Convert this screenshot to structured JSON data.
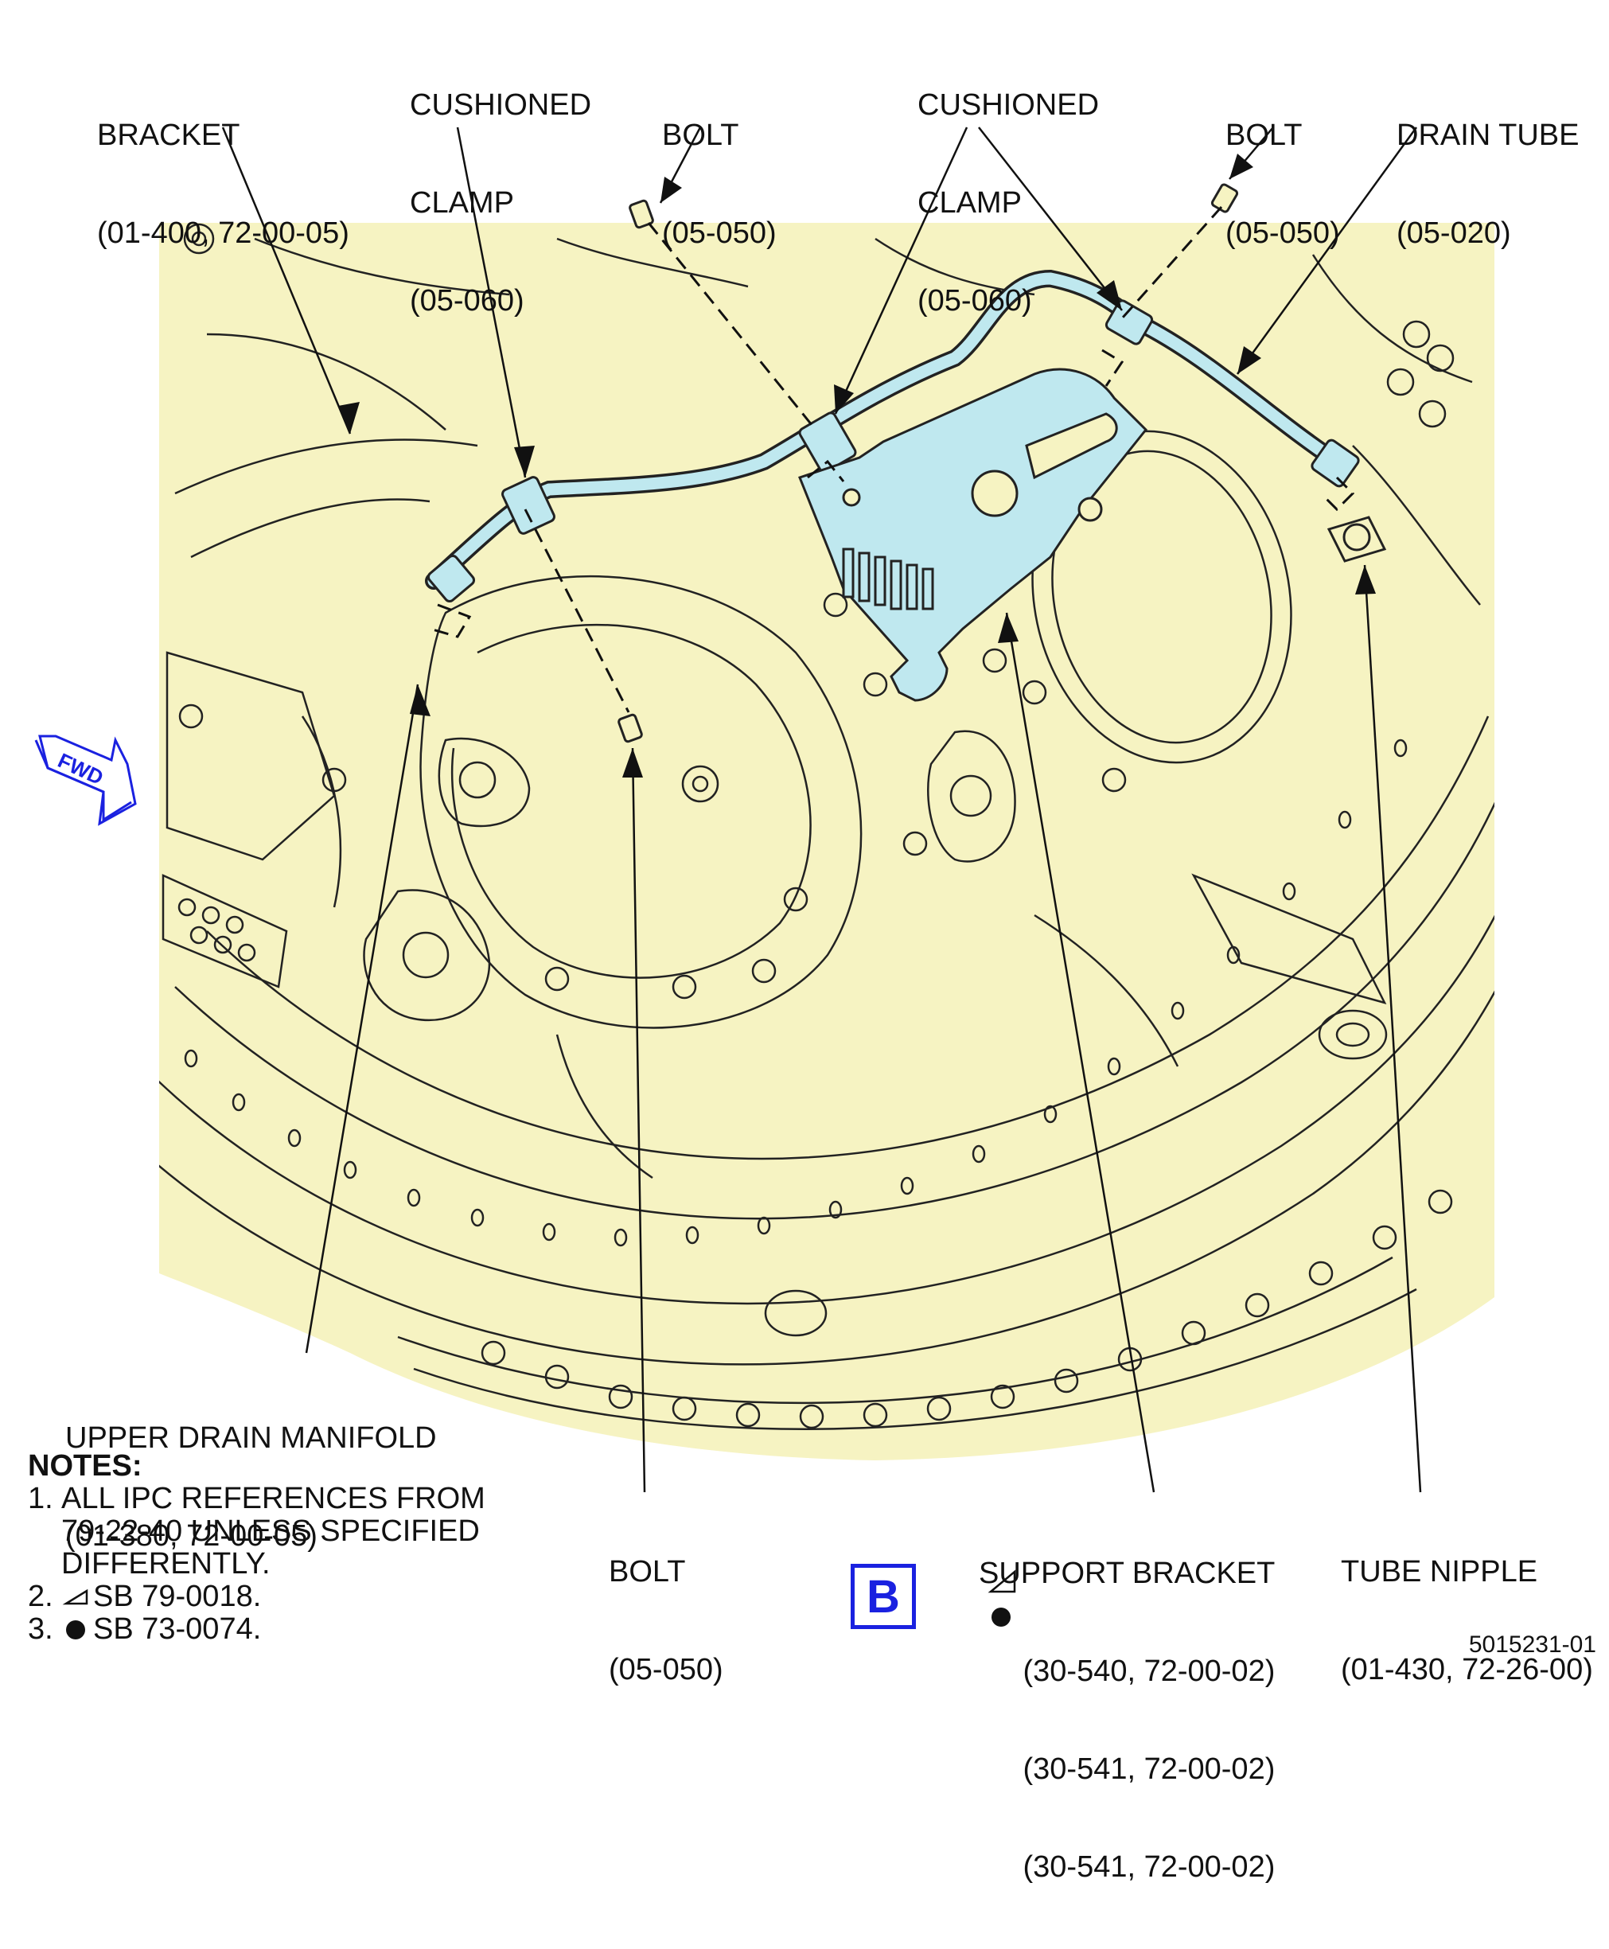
{
  "labels": {
    "bracket": [
      "BRACKET",
      "(01-400, 72-00-05)"
    ],
    "cushioned_clamp_left": [
      "CUSHIONED",
      "CLAMP",
      "(05-060)"
    ],
    "bolt_top_left": [
      "BOLT",
      "(05-050)"
    ],
    "cushioned_clamp_right": [
      "CUSHIONED",
      "CLAMP",
      "(05-060)"
    ],
    "bolt_top_right": [
      "BOLT",
      "(05-050)"
    ],
    "drain_tube": [
      "DRAIN TUBE",
      "(05-020)"
    ],
    "upper_drain_manifold": [
      "UPPER DRAIN MANIFOLD",
      "(01-380, 72-00-05)"
    ],
    "bolt_bottom": [
      "BOLT",
      "(05-050)"
    ],
    "support_bracket": [
      "SUPPORT BRACKET",
      "(30-540, 72-00-02)",
      "(30-541, 72-00-02)",
      "(30-541, 72-00-02)"
    ],
    "tube_nipple": [
      "TUBE NIPPLE",
      "(01-430, 72-26-00)"
    ]
  },
  "notes": {
    "title": "NOTES:",
    "items": [
      {
        "num": "1.",
        "lines": [
          "ALL IPC REFERENCES FROM",
          "79-22-40 UNLESS SPECIFIED",
          "DIFFERENTLY."
        ]
      },
      {
        "num": "2.",
        "symbol": "triangle-flag",
        "text": "SB 79-0018."
      },
      {
        "num": "3.",
        "symbol": "filled-dot",
        "text": "SB 73-0074."
      }
    ]
  },
  "fwd_arrow": "FWD",
  "view_callout": "B",
  "figure_number": "5015231-01",
  "colors": {
    "background_fill": "#f6f3c2",
    "highlight_part": "#bfe8ef",
    "callout_blue": "#1a21e0",
    "line": "#111111"
  }
}
